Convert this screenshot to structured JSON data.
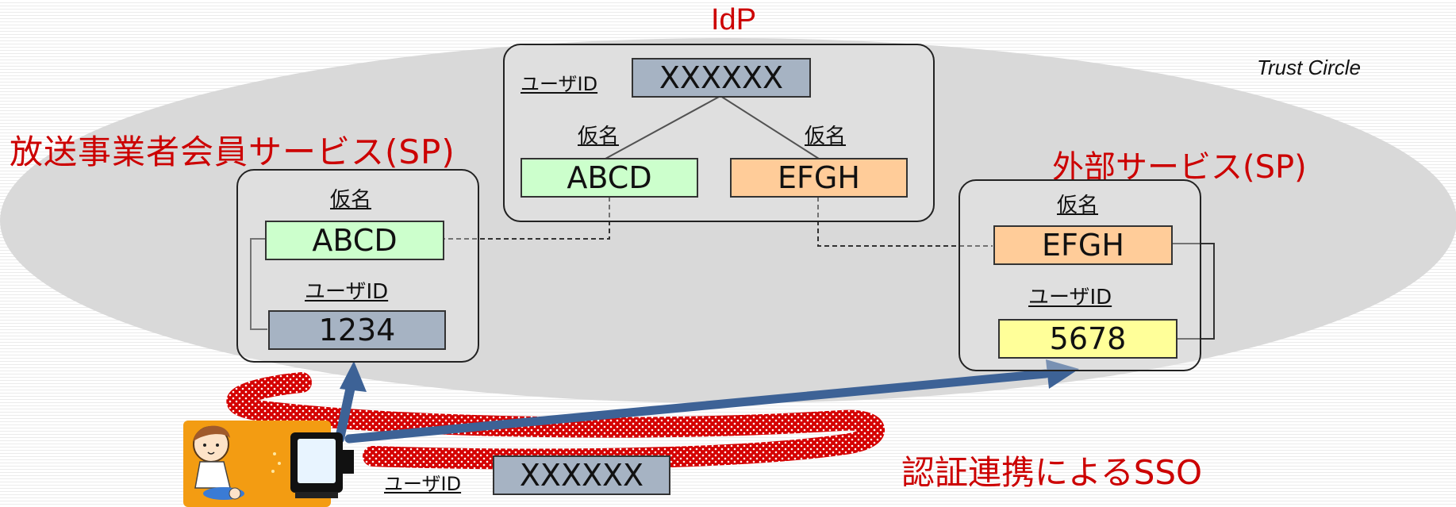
{
  "labels": {
    "idp": "IdP",
    "trust_circle": "Trust Circle",
    "sp_left": "放送事業者会員サービス(SP)",
    "sp_right": "外部サービス(SP)",
    "sso": "認証連携によるSSO"
  },
  "idp_box": {
    "user_id_label": "ユーザID",
    "user_id_value": "XXXXXX",
    "alias_label_left": "仮名",
    "alias_value_left": "ABCD",
    "alias_label_right": "仮名",
    "alias_value_right": "EFGH"
  },
  "sp_left_box": {
    "alias_label": "仮名",
    "alias_value": "ABCD",
    "user_id_label": "ユーザID",
    "user_id_value": "1234"
  },
  "sp_right_box": {
    "alias_label": "仮名",
    "alias_value": "EFGH",
    "user_id_label": "ユーザID",
    "user_id_value": "5678"
  },
  "user": {
    "user_id_label": "ユーザID",
    "user_id_value": "XXXXXX"
  },
  "colors": {
    "label_red": "#cc0000",
    "arrow_blue": "#3d6296",
    "ellipse_gray": "#d9d9d9",
    "alias_green": "#ccffcc",
    "alias_orange": "#ffcc99",
    "id_gray": "#a6b3c3",
    "id_yellow": "#ffff99"
  }
}
